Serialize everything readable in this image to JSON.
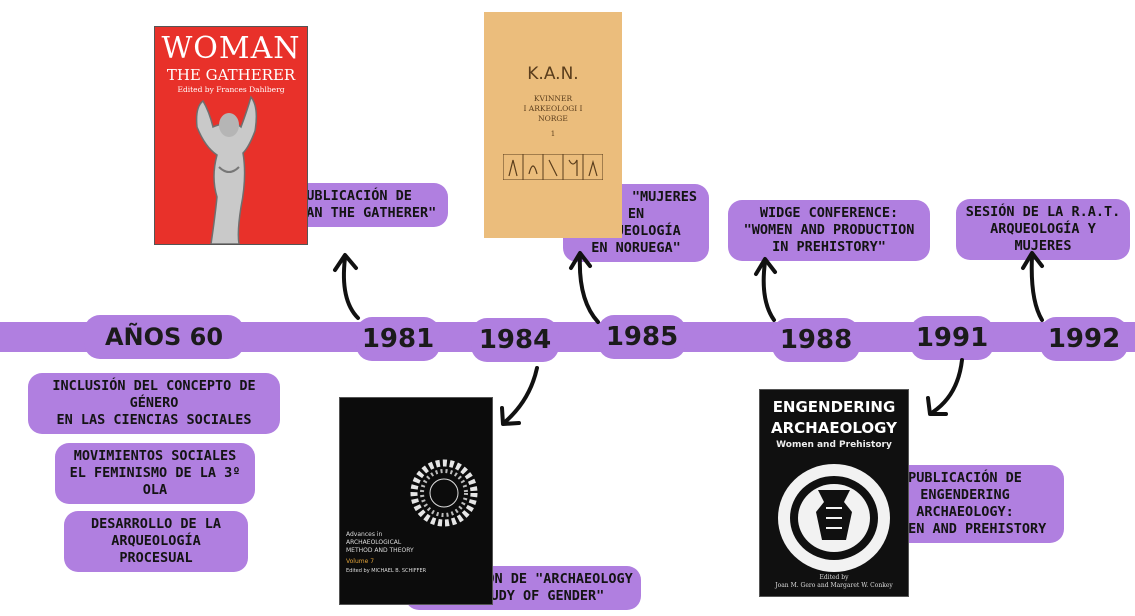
{
  "timeline": {
    "decade_label": "AÑOS 60",
    "years": [
      "1981",
      "1984",
      "1985",
      "1988",
      "1991",
      "1992"
    ]
  },
  "sixties_items": [
    "Inclusión del concepto de género\nen las ciencias sociales",
    "Movimientos sociales\nel feminismo de la 3º ola",
    "Desarrollo de la\narqueología procesual"
  ],
  "events": {
    "e1981": "Publicación de\n\"Woman the gatherer\"",
    "e1984": "Publicación de \"Archaeology\nand study of gender\"",
    "e1985": "K.A.N. \"Mujeres en\narqueología\nen Noruega\"",
    "e1988": "Widge Conference:\n\"Women and production\nin prehistory\"",
    "e1991": "Publicación de\nEngendering Archaeology:\nWomen and Prehistory",
    "e1992": "Sesión de la R.A.T.\nArqueología y mujeres"
  },
  "covers": {
    "woman": {
      "title1": "WOMAN",
      "title2": "THE GATHERER",
      "subtitle": "Edited by Frances Dahlberg",
      "bg": "#e8312a"
    },
    "kan": {
      "title": "K.A.N.",
      "sub": "KVINNER\nI ARKEOLOGI I\nNORGE",
      "num": "1",
      "bg": "#ebbd7c"
    },
    "advances": {
      "series": "Advances in\nARCHAEOLOGICAL\nMETHOD AND THEORY",
      "volume": "Volume 7",
      "editor": "Edited by MICHAEL B. SCHIFFER",
      "bg": "#0c0c0c"
    },
    "engendering": {
      "title1": "ENGENDERING",
      "title2": "ARCHAEOLOGY",
      "subtitle": "Women and Prehistory",
      "editors": "Edited by\nJoan M. Gero and Margaret W. Conkey",
      "bg": "#101010"
    }
  },
  "colors": {
    "accent": "#b07fe0",
    "text": "#141414"
  }
}
